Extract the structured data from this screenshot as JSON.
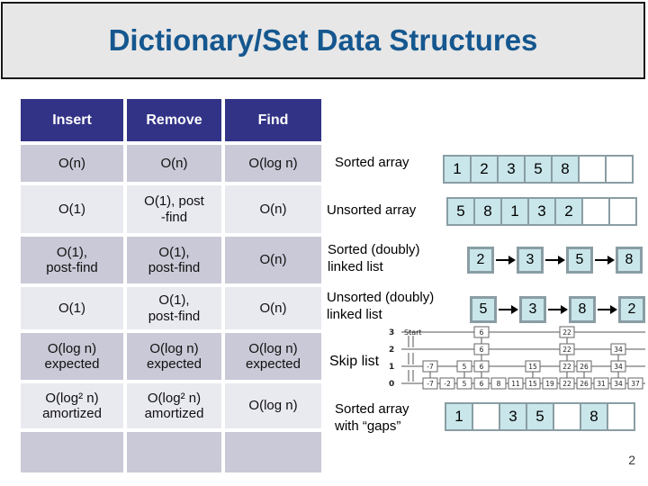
{
  "title": "Dictionary/Set Data Structures",
  "page_number": "2",
  "colors": {
    "title_text": "#15578F",
    "title_band_bg": "#E7E7E7",
    "header_bg": "#323386",
    "row_dark": "#C9C9D7",
    "row_light": "#E9E9F0",
    "cell_fill": "#C9E6EA",
    "cell_border": "#8A9DA4"
  },
  "table": {
    "headers": [
      "Insert",
      "Remove",
      "Find"
    ],
    "rows": [
      [
        "O(n)",
        "O(n)",
        "O(log n)"
      ],
      [
        "O(1)",
        "O(1), post\n-find",
        "O(n)"
      ],
      [
        "O(1),\npost-find",
        "O(1),\npost-find",
        "O(n)"
      ],
      [
        "O(1)",
        "O(1),\npost-find",
        "O(n)"
      ],
      [
        "O(log n)\nexpected",
        "O(log n)\nexpected",
        "O(log n)\nexpected"
      ],
      [
        "O(log² n)\namortized",
        "O(log² n)\namortized",
        "O(log n)"
      ],
      [
        "",
        "",
        ""
      ]
    ]
  },
  "structures": [
    {
      "label": "Sorted array",
      "type": "array",
      "cells": [
        "1",
        "2",
        "3",
        "5",
        "8",
        "",
        ""
      ]
    },
    {
      "label": "Unsorted array",
      "type": "array",
      "cells": [
        "5",
        "8",
        "1",
        "3",
        "2",
        "",
        ""
      ]
    },
    {
      "label": "Sorted (doubly)\nlinked list",
      "type": "list",
      "cells": [
        "2",
        "3",
        "5",
        "8"
      ]
    },
    {
      "label": "Unsorted (doubly)\nlinked list",
      "type": "list",
      "cells": [
        "5",
        "3",
        "8",
        "2"
      ]
    },
    {
      "label": "Skip list",
      "type": "skiplist",
      "start_label": "Start",
      "levels": [
        {
          "label": "3",
          "values": [
            "6",
            "22"
          ]
        },
        {
          "label": "2",
          "values": [
            "6",
            "22",
            "34"
          ]
        },
        {
          "label": "1",
          "values": [
            "-7",
            "5",
            "6",
            "15",
            "22",
            "26",
            "34"
          ]
        },
        {
          "label": "0",
          "values": [
            "-7",
            "-2",
            "5",
            "6",
            "8",
            "11",
            "15",
            "19",
            "22",
            "26",
            "31",
            "34",
            "37"
          ]
        }
      ]
    },
    {
      "label": "Sorted array\nwith “gaps”",
      "type": "array",
      "cells": [
        "1",
        "",
        "3",
        "5",
        "",
        "8",
        ""
      ]
    }
  ]
}
